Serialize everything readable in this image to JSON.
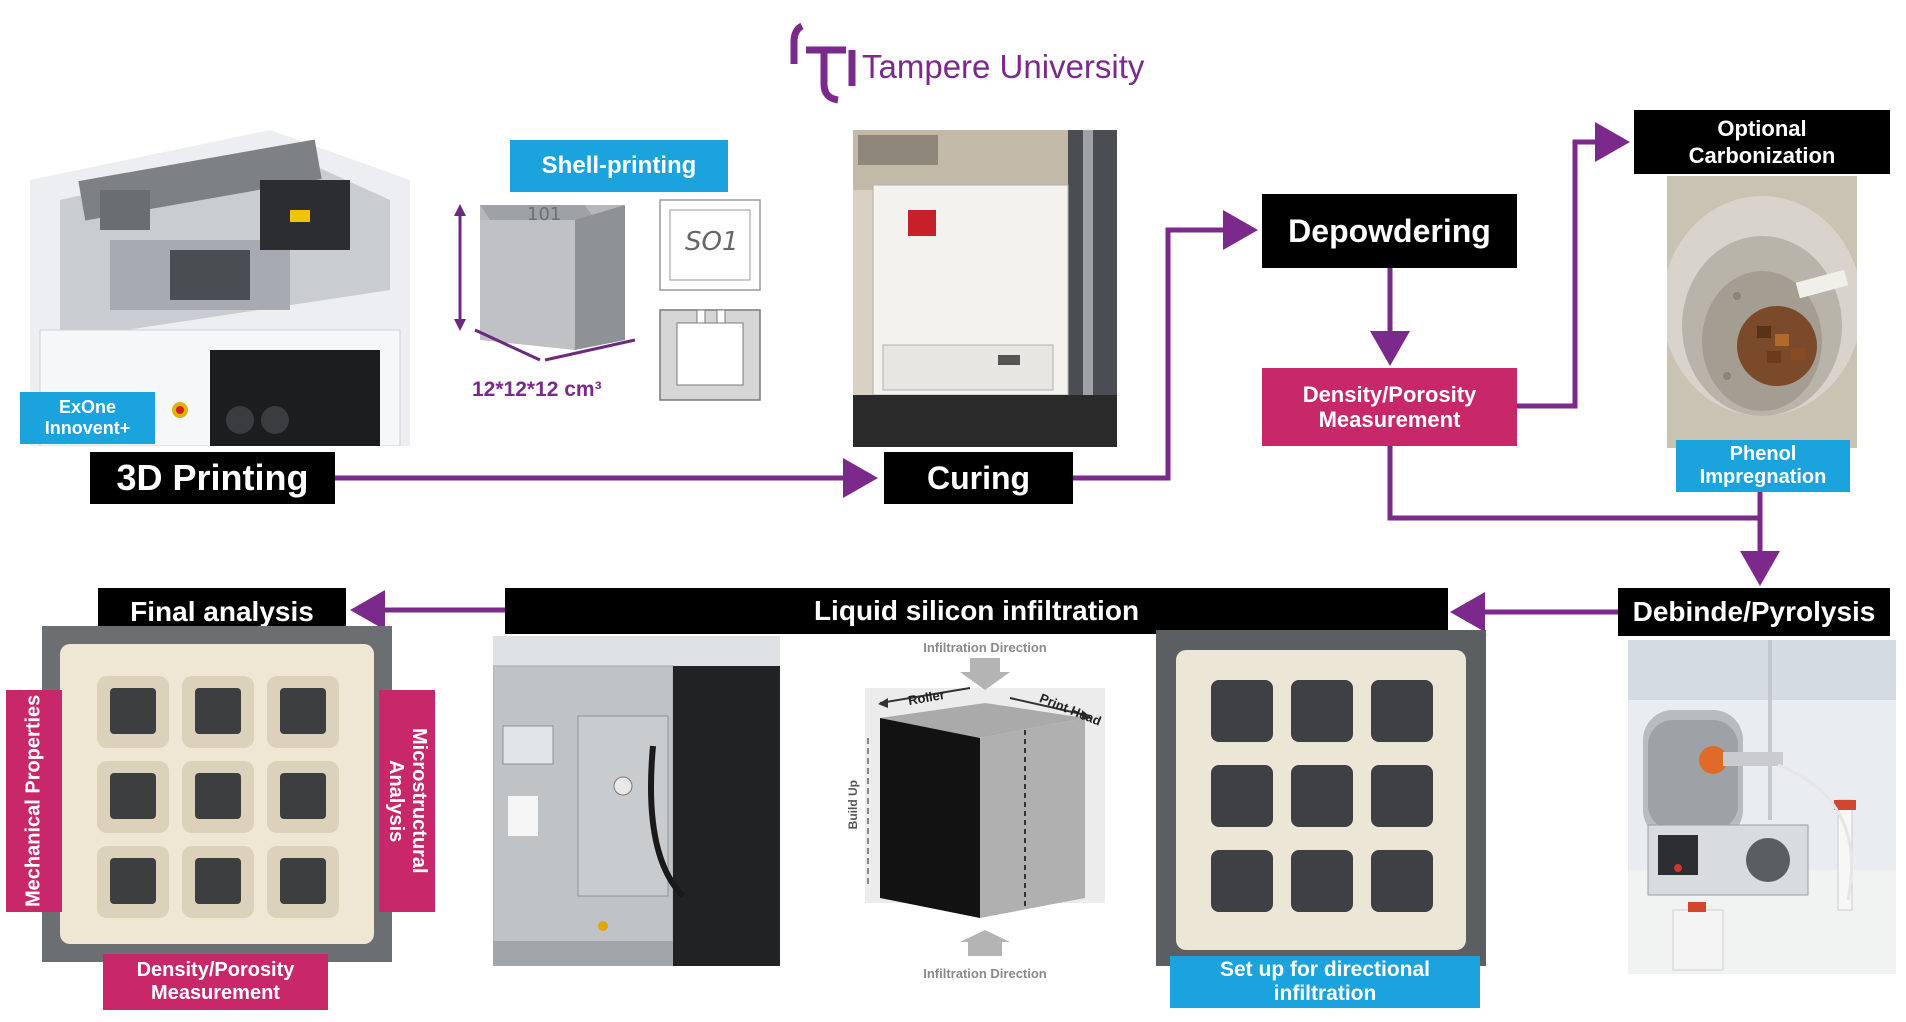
{
  "logo": {
    "text": "Tampere University",
    "color": "#7b2a8c"
  },
  "colors": {
    "arrow": "#7b2a8c",
    "pink": "#c8286a",
    "cyan": "#1aa3dd",
    "black": "#000000"
  },
  "steps": {
    "printing": "3D Printing",
    "curing": "Curing",
    "depowdering": "Depowdering",
    "density1": "Density/Porosity Measurement",
    "carbonization": "Optional Carbonization",
    "phenol": "Phenol Impregnation",
    "pyrolysis": "Debinde/Pyrolysis",
    "lsi": "Liquid silicon infiltration",
    "final": "Final analysis"
  },
  "labels": {
    "exone": "ExOne Innovent+",
    "shell": "Shell-printing",
    "dims": "12*12*12 cm³",
    "setup": "Set up for directional infiltration",
    "mechanical": "Mechanical Properties",
    "microstructural": "Microstructural Analysis",
    "density2": "Density/Porosity Measurement"
  },
  "cube_diagram": {
    "top": "Infiltration Direction",
    "bottom": "Infiltration Direction",
    "roller": "Roller",
    "print_head": "Print Head",
    "build_up": "Build Up"
  },
  "sketch_text": "SO1",
  "cube_mark": "101"
}
